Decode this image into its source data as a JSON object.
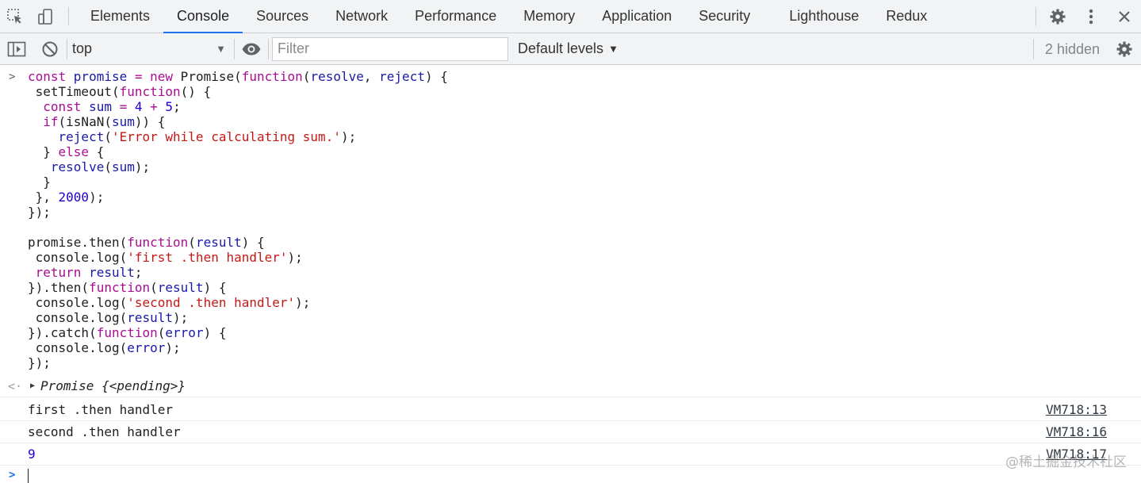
{
  "tabs": [
    "Elements",
    "Console",
    "Sources",
    "Network",
    "Performance",
    "Memory",
    "Application",
    "Security",
    "Lighthouse",
    "Redux"
  ],
  "active_tab": "Console",
  "toolbar": {
    "context": "top",
    "filter_placeholder": "Filter",
    "levels_label": "Default levels",
    "hidden_count": "2 hidden"
  },
  "code": {
    "l1": {
      "a": "const ",
      "b": "promise",
      "c": " = ",
      "d": "new",
      "e": " Promise(",
      "f": "function",
      "g": "(",
      "h": "resolve",
      "i": ", ",
      "j": "reject",
      "k": ") {"
    },
    "l2": {
      "a": " setTimeout(",
      "b": "function",
      "c": "() {"
    },
    "l3": {
      "a": "  ",
      "b": "const ",
      "c": "sum",
      "d": " = ",
      "e": "4",
      "f": " + ",
      "g": "5",
      "h": ";"
    },
    "l4": {
      "a": "  ",
      "b": "if",
      "c": "(isNaN(",
      "d": "sum",
      "e": ")) {"
    },
    "l5": {
      "a": "    ",
      "b": "reject",
      "c": "(",
      "d": "'Error while calculating sum.'",
      "e": ");"
    },
    "l6": {
      "a": "  } ",
      "b": "else",
      "c": " {"
    },
    "l7": {
      "a": "   ",
      "b": "resolve",
      "c": "(",
      "d": "sum",
      "e": ");"
    },
    "l8": {
      "a": "  }"
    },
    "l9": {
      "a": " }, ",
      "b": "2000",
      "c": ");"
    },
    "l10": {
      "a": "});"
    },
    "l11": {
      "a": ""
    },
    "l12": {
      "a": "promise.then(",
      "b": "function",
      "c": "(",
      "d": "result",
      "e": ") {"
    },
    "l13": {
      "a": " console.log(",
      "b": "'first .then handler'",
      "c": ");"
    },
    "l14": {
      "a": " ",
      "b": "return",
      "c": " ",
      "d": "result",
      "e": ";"
    },
    "l15": {
      "a": "}).then(",
      "b": "function",
      "c": "(",
      "d": "result",
      "e": ") {"
    },
    "l16": {
      "a": " console.log(",
      "b": "'second .then handler'",
      "c": ");"
    },
    "l17": {
      "a": " console.log(",
      "b": "result",
      "c": ");"
    },
    "l18": {
      "a": "}).catch(",
      "b": "function",
      "c": "(",
      "d": "error",
      "e": ") {"
    },
    "l19": {
      "a": " console.log(",
      "b": "error",
      "c": ");"
    },
    "l20": {
      "a": "});"
    }
  },
  "result": "Promise {<pending>}",
  "logs": [
    {
      "message": "first .then handler",
      "source": "VM718:13"
    },
    {
      "message": "second .then handler",
      "source": "VM718:16"
    },
    {
      "message": "9",
      "source": "VM718:17"
    }
  ],
  "watermark": "@稀土掘金技术社区",
  "colors": {
    "accent": "#1a73e8",
    "keyword": "#aa0d91",
    "string": "#c41a16",
    "number": "#1c00cf"
  }
}
